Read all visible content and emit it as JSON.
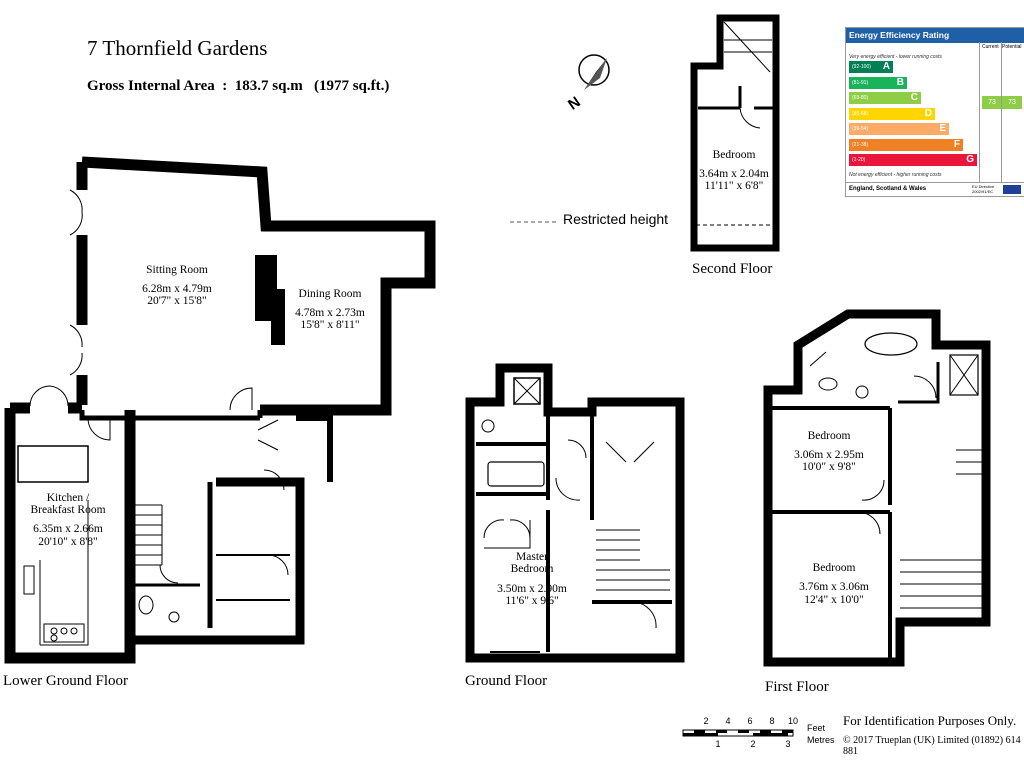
{
  "header": {
    "title": "7 Thornfield Gardens",
    "gross_area": "Gross Internal Area  :  183.7 sq.m   (1977 sq.ft.)"
  },
  "compass": {
    "label": "N"
  },
  "restricted_height": "Restricted height",
  "floors": {
    "lower_ground": "Lower Ground Floor",
    "ground": "Ground Floor",
    "first": "First Floor",
    "second": "Second Floor"
  },
  "rooms": [
    {
      "name": "Sitting Room",
      "metric": "6.28m  x  4.79m",
      "imperial": "20'7\"  x  15'8\""
    },
    {
      "name": "Dining Room",
      "metric": "4.78m  x  2.73m",
      "imperial": "15'8\"  x  8'11\""
    },
    {
      "name": "Kitchen /",
      "name2": "Breakfast Room",
      "metric": "6.35m  x  2.66m",
      "imperial": "20'10\"  x  8'8\""
    },
    {
      "name": "Master",
      "name2": "Bedroom",
      "metric": "3.50m  x  2.90m",
      "imperial": "11'6\"  x  9'6\""
    },
    {
      "name": "Bedroom",
      "metric": "3.06m  x  2.95m",
      "imperial": "10'0\"  x  9'8\""
    },
    {
      "name": "Bedroom",
      "metric": "3.76m  x  3.06m",
      "imperial": "12'4\"  x  10'0\""
    },
    {
      "name": "Bedroom",
      "metric": "3.64m  x  2.04m",
      "imperial": "11'11\"  x  6'8\""
    }
  ],
  "epc": {
    "title": "Energy Efficiency Rating",
    "col_current": "Current",
    "col_potential": "Potential",
    "top_note": "Very energy efficient - lower running costs",
    "bottom_note": "Not energy efficient - higher running costs",
    "bands": [
      {
        "range": "(92-100)",
        "letter": "A",
        "color": "#008054"
      },
      {
        "range": "(81-91)",
        "letter": "B",
        "color": "#19b459"
      },
      {
        "range": "(69-80)",
        "letter": "C",
        "color": "#8dce46"
      },
      {
        "range": "(55-68)",
        "letter": "D",
        "color": "#ffd500"
      },
      {
        "range": "(39-54)",
        "letter": "E",
        "color": "#fcaa65"
      },
      {
        "range": "(21-38)",
        "letter": "F",
        "color": "#ef8023"
      },
      {
        "range": "(1-20)",
        "letter": "G",
        "color": "#e9153b"
      }
    ],
    "current": "73",
    "potential": "73",
    "footer": "England, Scotland & Wales",
    "directive": "EU Directive 2002/91/EC"
  },
  "scale": {
    "feet_label": "Feet",
    "metres_label": "Metres",
    "feet_ticks": [
      "2",
      "4",
      "6",
      "8",
      "10"
    ],
    "metre_ticks": [
      "1",
      "2",
      "3"
    ]
  },
  "footer": {
    "disclaimer": "For Identification Purposes Only.",
    "copyright": "© 2017 Trueplan (UK) Limited  (01892) 614 881"
  }
}
